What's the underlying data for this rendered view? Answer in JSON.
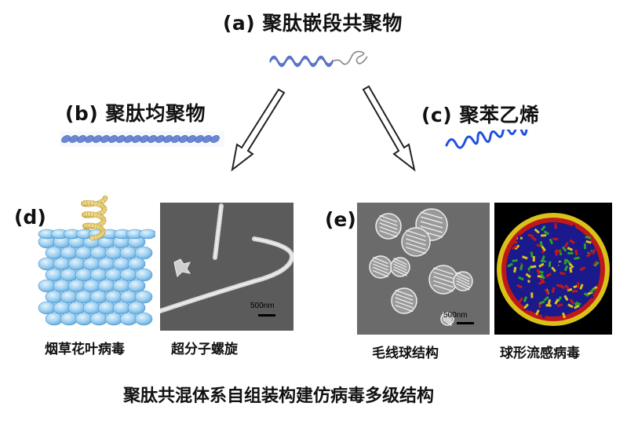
{
  "panels": {
    "a": {
      "label": "(a) 聚肽嵌段共聚物"
    },
    "b": {
      "label": "(b) 聚肽均聚物"
    },
    "c": {
      "label": "(c) 聚苯乙烯"
    },
    "d": {
      "letter": "(d)",
      "left_caption": "烟草花叶病毒",
      "right_caption": "超分子螺旋",
      "scale_bar": "500nm"
    },
    "e": {
      "letter": "(e)",
      "left_caption": "毛线球结构",
      "right_caption": "球形流感病毒",
      "scale_bar": "500nm"
    }
  },
  "bottom_title": "聚肽共混体系自组装构建仿病毒多级结构",
  "colors": {
    "helix_blue": "#5570c8",
    "polystyrene_blue": "#1f4fe0",
    "sem_gray": "#5a5a5a",
    "tmv_blue": "#8fc8ee",
    "rna_yellow": "#e6c66a"
  }
}
